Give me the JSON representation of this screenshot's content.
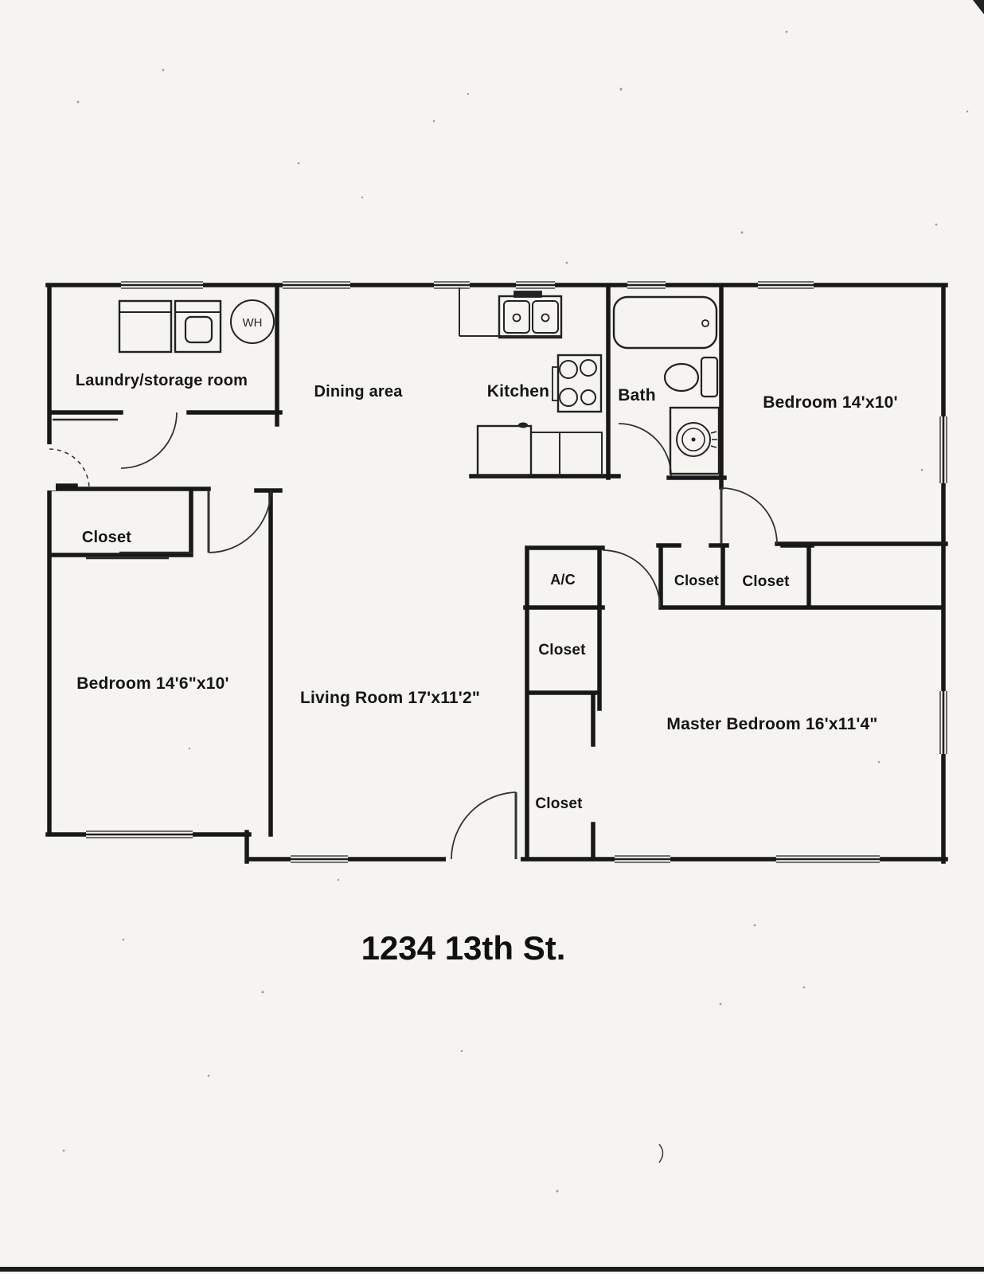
{
  "document": {
    "type_label": "floor plan (scanned)",
    "address": "1234 13th St."
  },
  "floor_plan": {
    "rooms": [
      {
        "id": "laundry",
        "label": "Laundry/storage room"
      },
      {
        "id": "dining",
        "label": "Dining area"
      },
      {
        "id": "kitchen",
        "label": "Kitchen"
      },
      {
        "id": "bath",
        "label": "Bath"
      },
      {
        "id": "bedroom-right",
        "label": "Bedroom 14'x10'"
      },
      {
        "id": "closet-left-bedroom",
        "label": "Closet"
      },
      {
        "id": "bedroom-left",
        "label": "Bedroom 14'6\"x10'"
      },
      {
        "id": "living-room",
        "label": "Living Room 17'x11'2\""
      },
      {
        "id": "ac-closet",
        "label": "A/C"
      },
      {
        "id": "closet-under-ac",
        "label": "Closet"
      },
      {
        "id": "closet-living",
        "label": "Closet"
      },
      {
        "id": "closet-master-left",
        "label": "Closet"
      },
      {
        "id": "closet-master-right",
        "label": "Closet"
      },
      {
        "id": "master-bedroom",
        "label": "Master Bedroom 16'x11'4\""
      }
    ],
    "fixtures": {
      "water_heater_label": "WH"
    },
    "colors": {
      "paper": "#f5f4f1",
      "wall_ink": "#181818"
    }
  }
}
